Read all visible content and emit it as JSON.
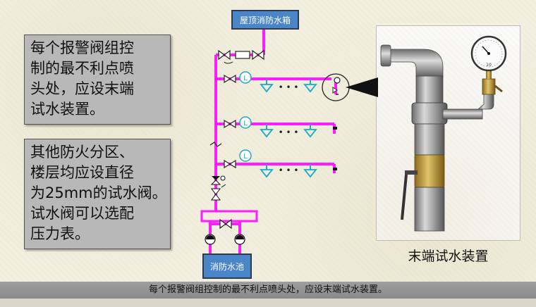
{
  "left_notes": {
    "note1": "每个报警阀组控\n制的最不利点喷\n头处，应设末端\n试水装置。",
    "note2": "其他防火分区、\n楼层均应设直径\n为25mm的试水阀。\n试水阀可以选配\n压力表。"
  },
  "diagram": {
    "roof_tank_label": "屋顶消防水箱",
    "pool_label": "消防水池",
    "ellipsis": "• • •",
    "flow_switch_letter": "L"
  },
  "photo": {
    "caption": "末端试水装置",
    "gauge_digits": "10"
  },
  "footer": {
    "text": "每个报警阀组控制的最不利点喷头处，应设末端试水装置。"
  },
  "colors": {
    "pipe": "#ff1cff",
    "sprinkler": "#1aa9c9",
    "tank": "#4a86c7",
    "note_bg": "#b8b8b8"
  }
}
